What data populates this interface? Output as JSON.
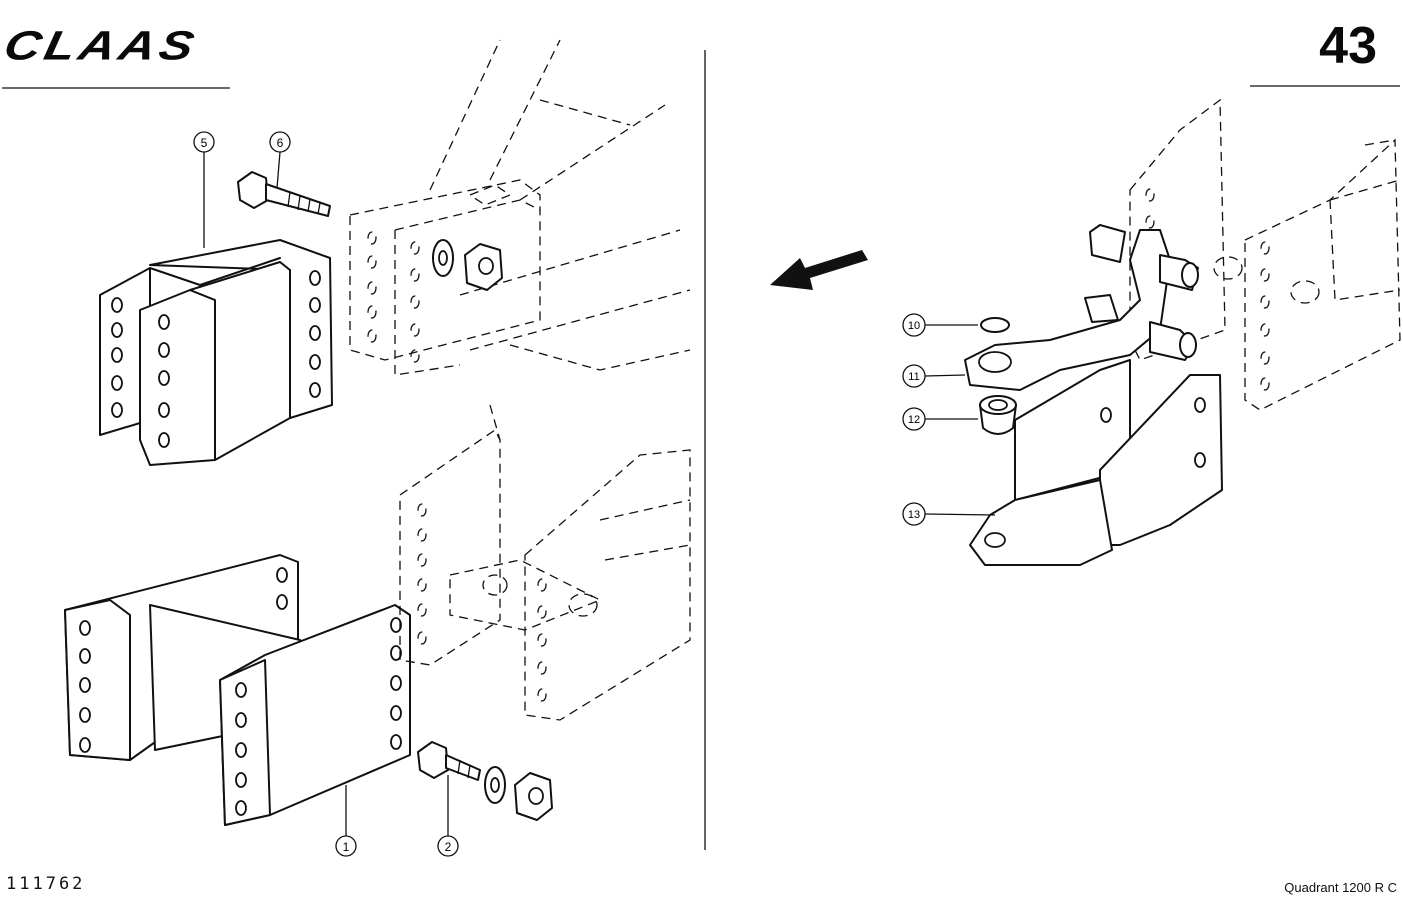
{
  "header": {
    "brand": "CLAAS",
    "page_number": "43"
  },
  "footer": {
    "figure_number": "111762",
    "model": "Quadrant  1200 R C"
  },
  "callouts": {
    "c1": "1",
    "c2": "2",
    "c5": "5",
    "c6": "6",
    "c10": "10",
    "c11": "11",
    "c12": "12",
    "c13": "13"
  }
}
